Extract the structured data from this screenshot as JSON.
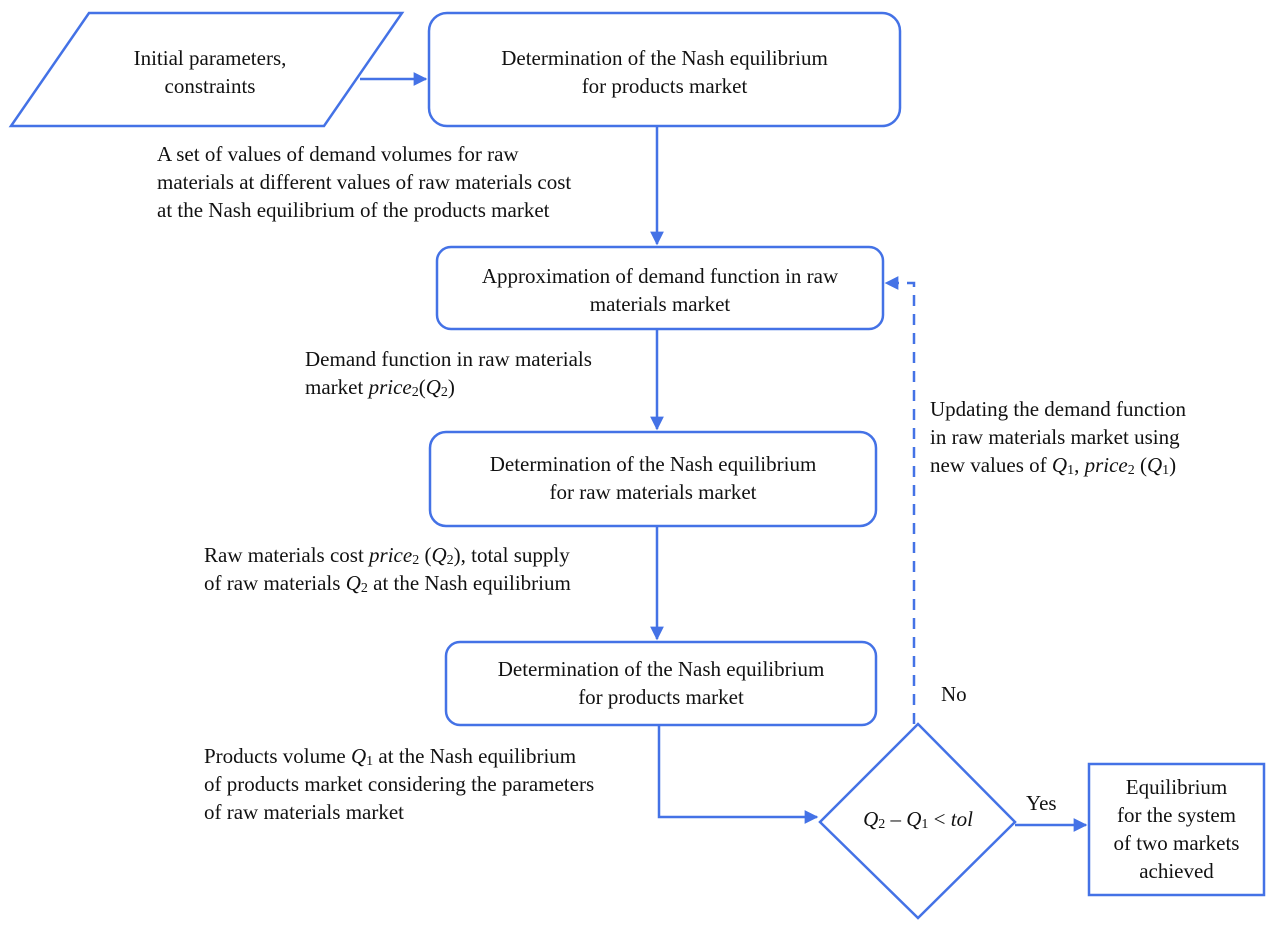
{
  "diagram": {
    "type": "flowchart",
    "colors": {
      "stroke": "#4472e6",
      "text": "#111111",
      "background": "#ffffff"
    },
    "nodes": {
      "input": {
        "shape": "parallelogram",
        "lines": [
          "Initial parameters,",
          "constraints"
        ]
      },
      "nash_products_1": {
        "shape": "rounded-rect",
        "lines": [
          "Determination of the Nash equilibrium",
          "for products market"
        ]
      },
      "approx_demand": {
        "shape": "rounded-rect",
        "lines": [
          "Approximation of demand function in raw",
          "materials market"
        ]
      },
      "nash_raw": {
        "shape": "rounded-rect",
        "lines": [
          "Determination of the Nash equilibrium",
          "for raw materials market"
        ]
      },
      "nash_products_2": {
        "shape": "rounded-rect",
        "lines": [
          "Determination of the Nash equilibrium",
          "for products market"
        ]
      },
      "decision": {
        "shape": "diamond",
        "condition": {
          "a": "Q",
          "a_sub": "2",
          "minus": " – ",
          "b": "Q",
          "b_sub": "1",
          "lt": " < ",
          "tol": "tol"
        }
      },
      "result": {
        "shape": "rect",
        "lines": [
          "Equilibrium",
          "for the system",
          "of two markets",
          "achieved"
        ]
      }
    },
    "edge_labels": {
      "demand_set": [
        "A set of values of demand volumes for raw",
        "materials at different values of raw materials cost",
        "at the Nash equilibrium of the products market"
      ],
      "demand_function": {
        "line1": "Demand function in raw materials",
        "line2_prefix": "market ",
        "price": "price",
        "price_sub": "2",
        "open": "(",
        "q": "Q",
        "q_sub": "2",
        "close": ")"
      },
      "raw_cost": {
        "line1_prefix": "Raw materials cost ",
        "price": "price",
        "price_sub": "2",
        "open": " (",
        "q": "Q",
        "q_sub": "2",
        "line1_suffix": "), total supply",
        "line2_prefix": "of raw materials ",
        "q2": "Q",
        "q2_sub": "2",
        "line2_suffix": " at the Nash equilibrium"
      },
      "products_volume": {
        "line1_prefix": "Products volume ",
        "q": "Q",
        "q_sub": "1",
        "line1_suffix": " at the Nash equilibrium",
        "line2": "of products market considering the parameters",
        "line3": "of raw materials market"
      },
      "updating": {
        "line1": "Updating the demand function",
        "line2": "in raw materials market using",
        "line3_prefix": "new values of ",
        "q": "Q",
        "q_sub": "1",
        "comma": ", ",
        "price": "price",
        "price_sub": "2",
        "open": " (",
        "q2": "Q",
        "q2_sub": "1",
        "close": ")"
      },
      "no": "No",
      "yes": "Yes"
    }
  }
}
